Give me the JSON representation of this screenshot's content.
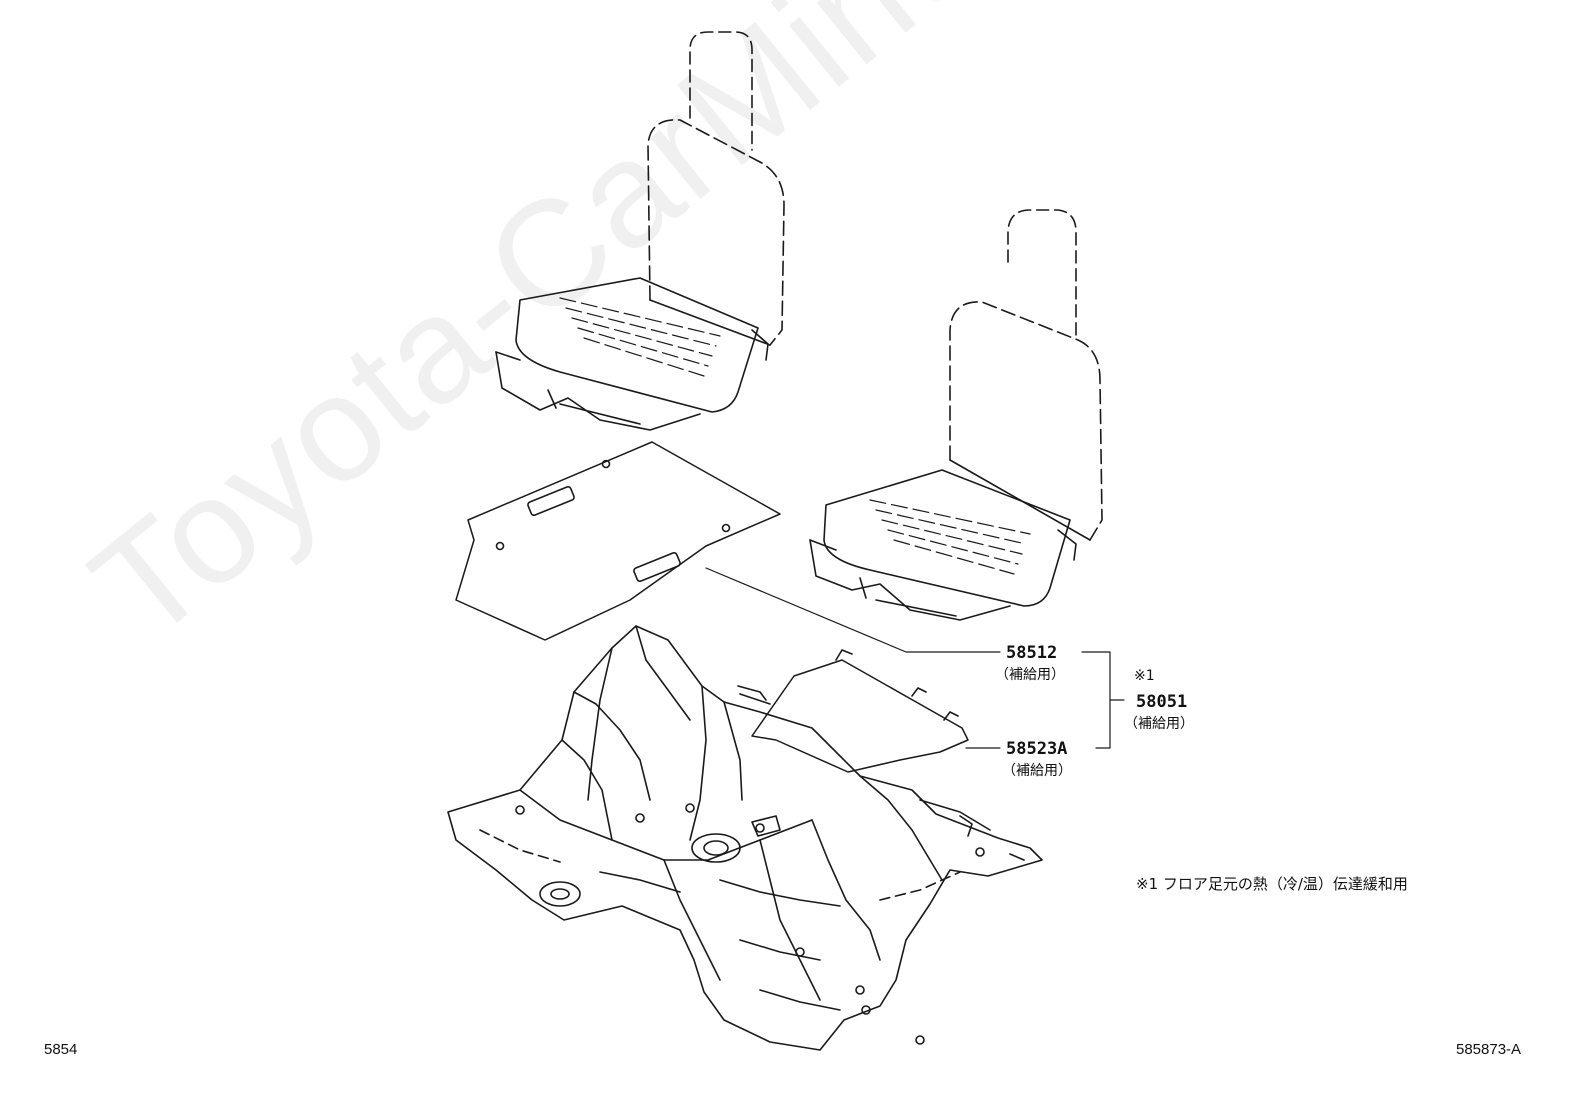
{
  "watermark": "Toyota-CarMine.ru",
  "callouts": {
    "part_58512": {
      "number": "58512",
      "note": "（補給用）"
    },
    "part_58523a": {
      "number": "58523A",
      "note": "（補給用）"
    },
    "part_58051": {
      "marker": "※1",
      "number": "58051",
      "note": "（補給用）"
    }
  },
  "footnote": "※1  フロア足元の熱（冷/温）伝達緩和用",
  "corner_left": "5854",
  "corner_right": "585873-A",
  "colors": {
    "line": "#1a1a1a",
    "background": "#ffffff",
    "watermark": "#ebebeb"
  },
  "icons": [
    "seat-left-illustration",
    "seat-right-illustration",
    "floor-silencer-illustration",
    "floor-pan-illustration"
  ]
}
